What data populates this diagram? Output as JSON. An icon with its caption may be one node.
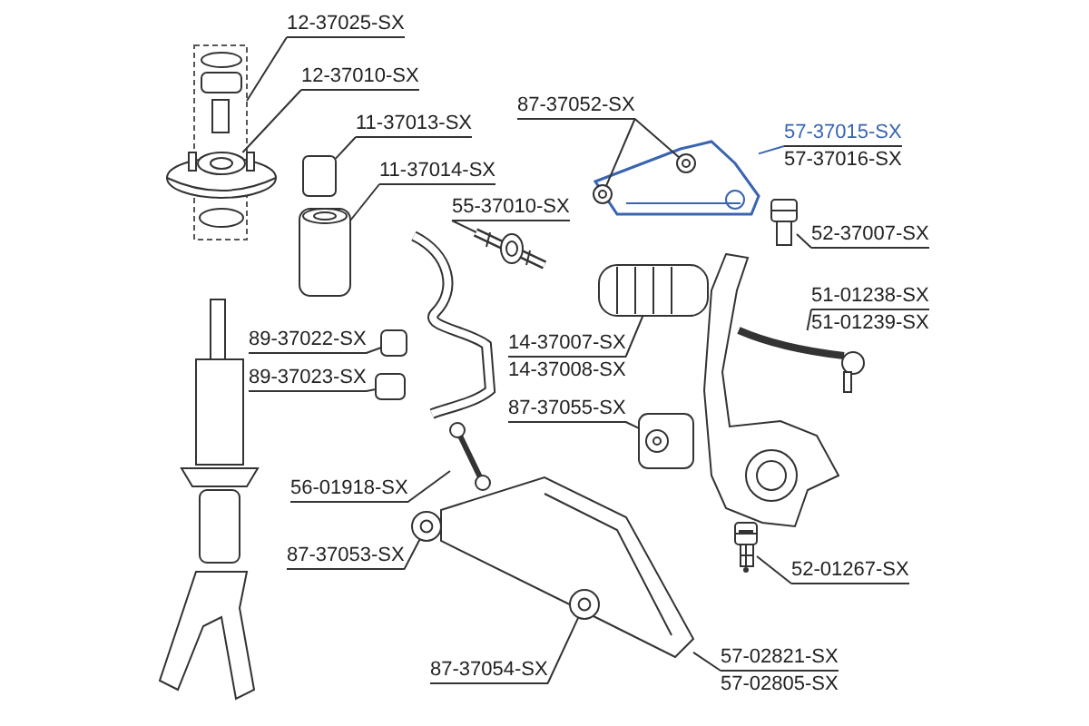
{
  "diagram": {
    "nodes": [
      {
        "text": [
          "12-37025-SX"
        ]
      },
      {
        "text": [],
        "shape": "picture"
      },
      {
        "text": [
          "12-37010-SX"
        ]
      },
      {
        "text": [],
        "shape": "picture"
      },
      {
        "text": [
          "11-37013-SX"
        ]
      },
      {
        "text": [],
        "shape": "box"
      },
      {
        "text": [
          "11-37014-SX"
        ]
      },
      {
        "text": [],
        "shape": "picture"
      },
      {
        "text": [
          "55-37010-SX"
        ]
      },
      {
        "text": [],
        "shape": "picture"
      },
      {
        "text": [
          "87-37052-SX"
        ]
      },
      {
        "text": [],
        "shape": "circle",
        "in": 14
      },
      {
        "text": [],
        "shape": "circle"
      },
      {
        "text": [
          "57-37015-SX",
          "57-37016-SX"
        ]
      },
      {
        "text": [],
        "shape": "picture"
      },
      {
        "text": [
          "52-37007-SX"
        ]
      },
      {
        "text": [],
        "shape": "picture"
      },
      {
        "text": [
          "51-01238-SX",
          "51-01239-SX"
        ]
      },
      {
        "text": [],
        "shape": "picture"
      },
      {
        "text": [
          "14-37007-SX",
          "14-37008-SX"
        ]
      },
      {
        "text": [],
        "shape": "picture"
      },
      {
        "text": [
          "89-37022-SX"
        ]
      },
      {
        "text": [],
        "shape": "box"
      },
      {
        "text": [
          "89-37023-SX"
        ]
      },
      {
        "text": [],
        "shape": "box"
      },
      {
        "text": [
          "87-37055-SX"
        ]
      },
      {
        "text": [],
        "shape": "picture"
      },
      {
        "text": [
          "56-01918-SX"
        ]
      },
      {
        "text": [],
        "shape": "picture"
      },
      {
        "text": [
          "87-37053-SX"
        ]
      },
      {
        "text": [],
        "shape": "circle"
      },
      {
        "text": [
          "87-37054-SX"
        ]
      },
      {
        "text": [],
        "shape": "circle",
        "in": 36
      },
      {
        "text": [
          "52-01267-SX"
        ]
      },
      {
        "text": [],
        "shape": "picture"
      },
      {
        "text": [
          "57-02821-SX",
          "57-02805-SX"
        ]
      },
      {
        "text": [],
        "shape": "picture"
      }
    ],
    "edges": [
      {
        "from": 0,
        "to": 1,
        "arrow": "none"
      },
      {
        "from": 2,
        "to": 3,
        "arrow": "none"
      },
      {
        "from": 4,
        "to": 5,
        "arrow": "none"
      },
      {
        "from": 6,
        "to": 7,
        "arrow": "none"
      },
      {
        "from": 8,
        "to": 9,
        "arrow": "none"
      },
      {
        "from": 10,
        "to": 11,
        "arrow": "none"
      },
      {
        "from": 10,
        "to": 12,
        "arrow": "none"
      },
      {
        "from": 13,
        "to": 14,
        "arrow": "none",
        "color": "#3a64b0"
      },
      {
        "from": 15,
        "to": 16,
        "arrow": "none"
      },
      {
        "from": 17,
        "to": 18,
        "arrow": "none"
      },
      {
        "from": 19,
        "to": 20,
        "arrow": "none"
      },
      {
        "from": 21,
        "to": 22,
        "arrow": "none"
      },
      {
        "from": 23,
        "to": 24,
        "arrow": "none"
      },
      {
        "from": 25,
        "to": 26,
        "arrow": "none"
      },
      {
        "from": 27,
        "to": 28,
        "arrow": "none"
      },
      {
        "from": 29,
        "to": 30,
        "arrow": "none"
      },
      {
        "from": 31,
        "to": 32,
        "arrow": "none"
      },
      {
        "from": 33,
        "to": 34,
        "arrow": "none"
      },
      {
        "from": 35,
        "to": 36,
        "arrow": "none"
      }
    ]
  }
}
